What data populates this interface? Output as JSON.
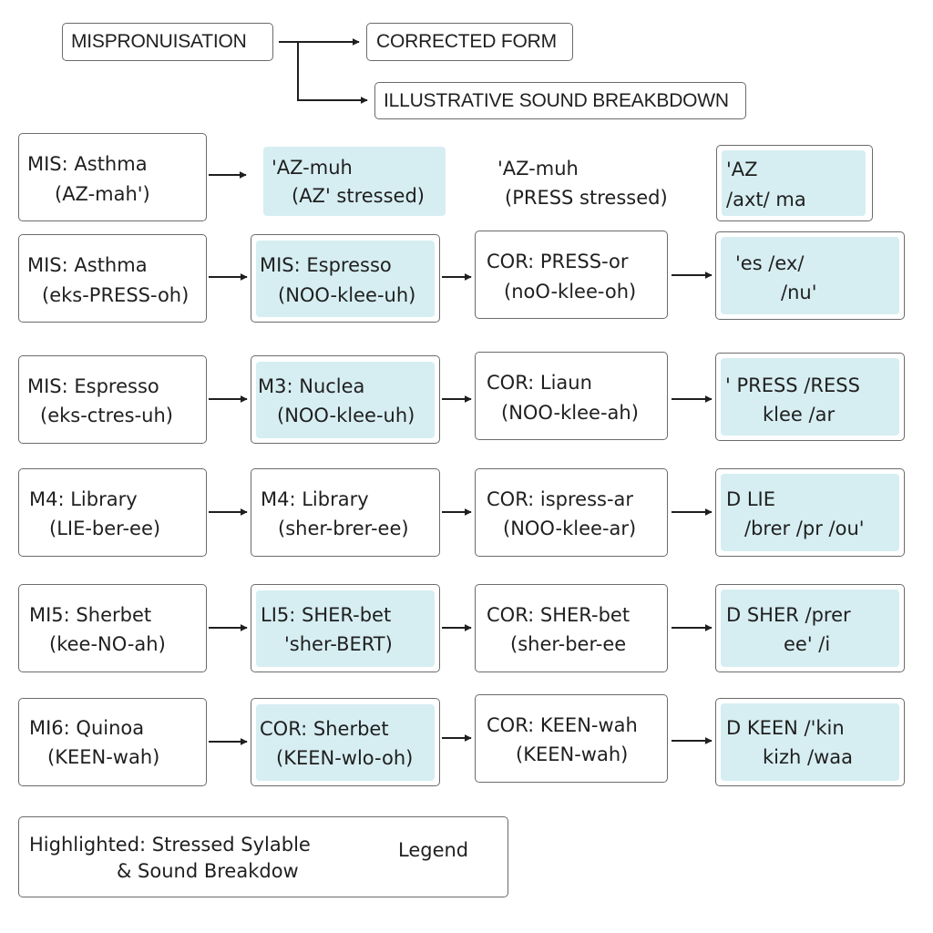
{
  "header": {
    "misp": "MISPRONUISATION",
    "corrected": "CORRECTED FORM",
    "breakdown": "ILLUSTRATIVE SOUND BREAKBDOWN"
  },
  "rows": [
    {
      "c1": [
        "MIS: Asthma",
        "(AZ-mah')"
      ],
      "c2": [
        "'AZ-muh",
        "(AZ'  stressed)"
      ],
      "c3": [
        "'AZ-muh",
        "(PRESS stressed)"
      ],
      "c4": [
        "'AZ",
        "/axt/  ma"
      ]
    },
    {
      "c1": [
        "MIS: Asthma",
        "(eks-PRESS-oh)"
      ],
      "c2": [
        "MIS: Espresso",
        "(NOO-klee-uh)"
      ],
      "c3": [
        "COR: PRESS-or",
        "(noO-klee-oh)"
      ],
      "c4": [
        "'es  /ex/",
        "/nu'"
      ]
    },
    {
      "c1": [
        "MIS: Espresso",
        "(eks-ctres-uh)"
      ],
      "c2": [
        "M3: Nuclea",
        "(NOO-klee-uh)"
      ],
      "c3": [
        "COR: Liaun",
        "(NOO-klee-ah)"
      ],
      "c4": [
        "'  PRESS /RESS",
        "klee /ar"
      ]
    },
    {
      "c1": [
        "M4: Library",
        "(LIE-ber-ee)"
      ],
      "c2": [
        "M4: Library",
        "(sher-brer-ee)"
      ],
      "c3": [
        "COR: ispress-ar",
        "(NOO-klee-ar)"
      ],
      "c4": [
        "D  LIE",
        "/brer /pr /ou'"
      ]
    },
    {
      "c1": [
        "MI5: Sherbet",
        "(kee-NO-ah)"
      ],
      "c2": [
        "LI5: SHER-bet",
        "'sher-BERT)"
      ],
      "c3": [
        "COR: SHER-bet",
        "(sher-ber-ee"
      ],
      "c4": [
        "D SHER /prer",
        "ee' /i"
      ]
    },
    {
      "c1": [
        "MI6: Quinoa",
        "(KEEN-wah)"
      ],
      "c2": [
        "COR: Sherbet",
        "(KEEN-wlo-oh)"
      ],
      "c3": [
        "COR: KEEN-wah",
        "(KEEN-wah)"
      ],
      "c4": [
        "D KEEN /'kin",
        "kizh /waa"
      ]
    }
  ],
  "legend": {
    "line1": "Highlighted: Stressed Sylable",
    "line2": "& Sound Breakdow",
    "title": "Legend"
  },
  "colors": {
    "highlight": "#d6eef2",
    "border": "#6b6b6b",
    "text": "#1f1f1f"
  }
}
